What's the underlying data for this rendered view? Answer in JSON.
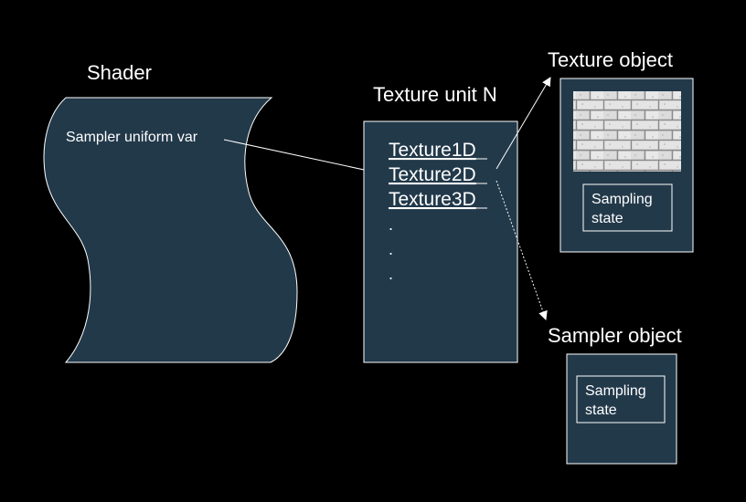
{
  "colors": {
    "background": "#000000",
    "box_fill": "#22394a",
    "stroke": "#ffffff",
    "text": "#ffffff"
  },
  "shader": {
    "title": "Shader",
    "uniform_label": "Sampler uniform var"
  },
  "texture_unit": {
    "title": "Texture unit N",
    "targets": [
      "Texture1D",
      "Texture2D",
      "Texture3D"
    ],
    "ellipsis": [
      ".",
      ".",
      "."
    ]
  },
  "texture_object": {
    "title": "Texture object",
    "image": "brick-texture",
    "sampling_state": [
      "Sampling",
      "state"
    ]
  },
  "sampler_object": {
    "title": "Sampler object",
    "sampling_state": [
      "Sampling",
      "state"
    ]
  }
}
